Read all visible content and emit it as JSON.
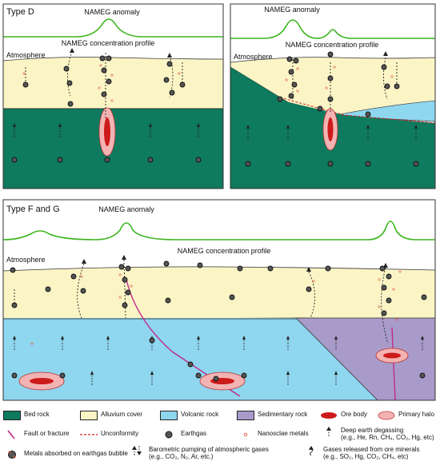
{
  "panel_d": {
    "label": "Type D",
    "anomaly": "NAMEG anomaly",
    "profile": "NAMEG concentration profile",
    "atmosphere": "Atmosphere"
  },
  "panel_e": {
    "anomaly": "NAMEG anomaly",
    "profile": "NAMEG concentration profile",
    "atmosphere": "Atmosphere"
  },
  "panel_fg": {
    "label": "Type F and G",
    "anomaly": "NAMEG anomaly",
    "profile": "NAMEG concentration profile",
    "atmosphere": "Atmosphere"
  },
  "colors": {
    "bedrock": "#0e7a5e",
    "alluvium": "#fbf5c6",
    "volcanic": "#8fd6ef",
    "sedimentary": "#a89bca",
    "ore": "#cc1a1a",
    "halo": "#f3b3b3",
    "anomaly_line": "#3cb51e"
  },
  "legend": {
    "bedrock": "Bed rock",
    "alluvium": "Alluvium cover",
    "volcanic": "Volcanic rock",
    "sedimentary": "Sedimentary rock",
    "ore": "Ore body",
    "halo": "Primary halo",
    "fault": "Fault or fracture",
    "unconformity": "Unconformity",
    "earthgas": "Earthgas",
    "nanoscale": "Nanosclae metals",
    "deep": "Deep earth degassing\n(e.g., He, Rn, CH₄, CO₂, Hg, etc)",
    "absorbed": "Metals absorbed on earthgas bubble",
    "barometric": "Barometric pumping of atmospheric gases\n(e.g., CO₂, N₂, Ar, etc.)",
    "released": "Gases released from ore minerals\n(e.g., SO₂, Hg, CO₂, CH₄, etc)"
  }
}
